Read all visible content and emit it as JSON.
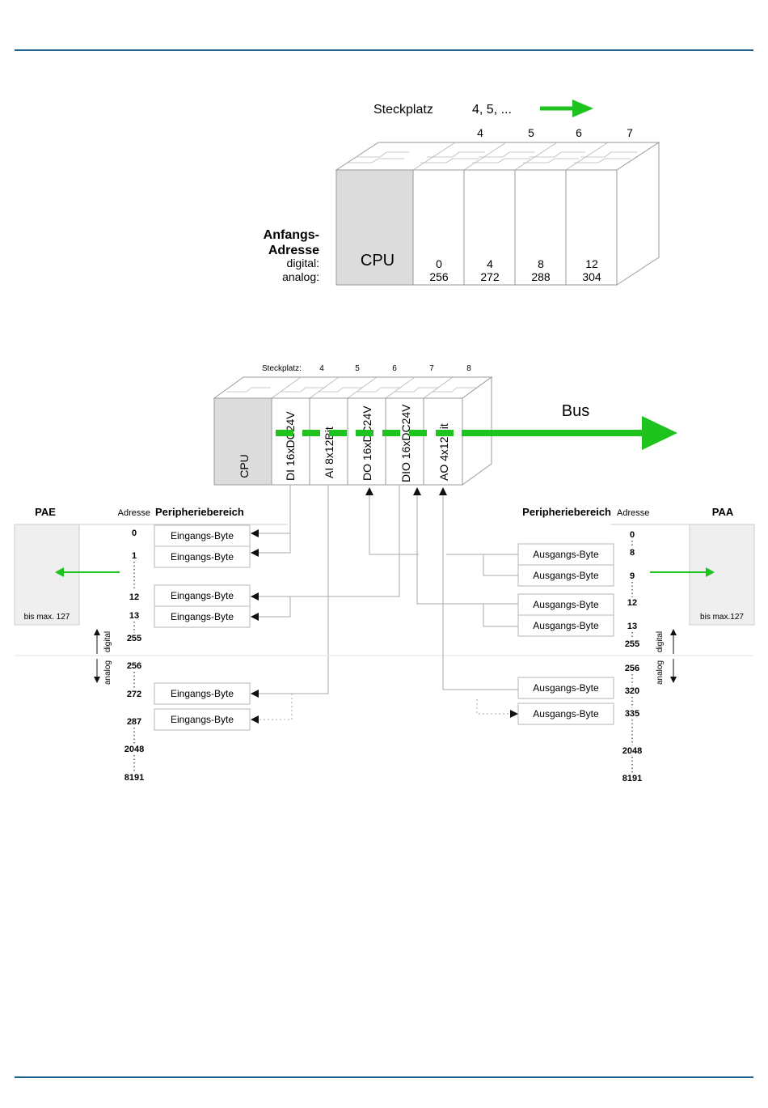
{
  "colors": {
    "rule": "#1f5f8b",
    "accent": "#1ec31e",
    "cpu_fill": "#dcdcdc",
    "pa_fill": "#efefef",
    "line": "#aaaaaa"
  },
  "top": {
    "steckplatz_label": "Steckplatz",
    "steckplatz_range": "4, 5, ...",
    "slot_numbers": [
      "4",
      "5",
      "6",
      "7"
    ],
    "anfangs_label_1": "Anfangs-",
    "anfangs_label_2": "Adresse",
    "digital_label": "digital:",
    "analog_label": "analog:",
    "cpu_label": "CPU",
    "modules": [
      {
        "digital": "0",
        "analog": "256"
      },
      {
        "digital": "4",
        "analog": "272"
      },
      {
        "digital": "8",
        "analog": "288"
      },
      {
        "digital": "12",
        "analog": "304"
      }
    ]
  },
  "bottom": {
    "steckplatz_label": "Steckplatz:",
    "slot_numbers": [
      "4",
      "5",
      "6",
      "7",
      "8"
    ],
    "cpu_label": "CPU",
    "modules": [
      "DI 16xDC24V",
      "AI 8x12Bit",
      "DO 16xDC24V",
      "DIO 16xDC24V",
      "AO 4x12Bit"
    ],
    "bus_label": "Bus",
    "pae": {
      "title": "PAE",
      "max": "bis max. 127",
      "adresse_label": "Adresse",
      "bereich_label": "Peripheriebereich",
      "addresses": [
        "0",
        "1",
        "12",
        "13",
        "255",
        "256",
        "272",
        "287",
        "2048",
        "8191"
      ],
      "bytes": [
        "Eingangs-Byte",
        "Eingangs-Byte",
        "Eingangs-Byte",
        "Eingangs-Byte",
        "Eingangs-Byte",
        "Eingangs-Byte"
      ],
      "digital_label": "digital",
      "analog_label": "analog"
    },
    "paa": {
      "title": "PAA",
      "max": "bis max.127",
      "adresse_label": "Adresse",
      "bereich_label": "Peripheriebereich",
      "addresses": [
        "0",
        "8",
        "9",
        "12",
        "13",
        "255",
        "256",
        "320",
        "335",
        "2048",
        "8191"
      ],
      "bytes": [
        "Ausgangs-Byte",
        "Ausgangs-Byte",
        "Ausgangs-Byte",
        "Ausgangs-Byte",
        "Ausgangs-Byte",
        "Ausgangs-Byte"
      ],
      "digital_label": "digital",
      "analog_label": "analog"
    }
  }
}
